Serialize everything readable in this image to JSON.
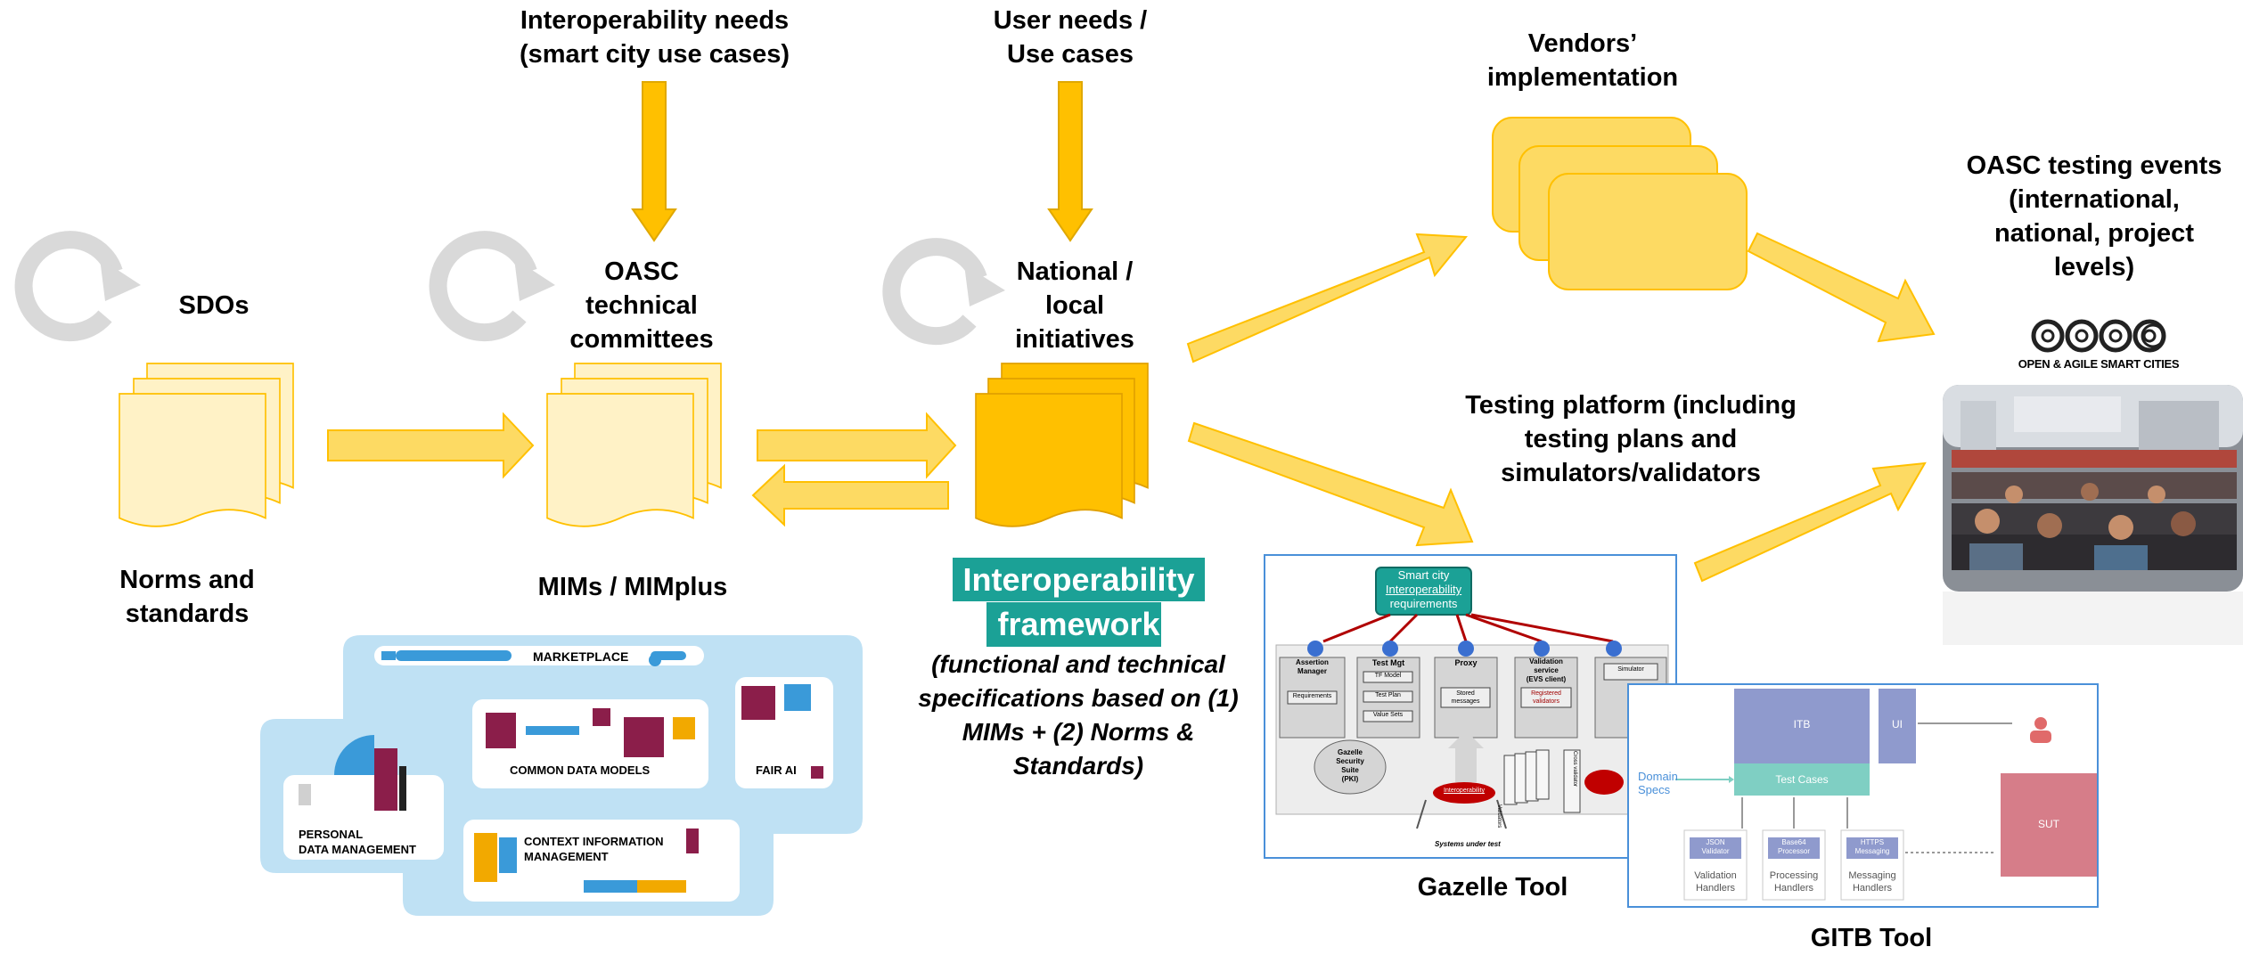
{
  "labels": {
    "interop_needs": [
      "Interoperability needs",
      "(smart city use cases)"
    ],
    "user_needs": [
      "User needs /",
      "Use cases"
    ],
    "vendors": [
      "Vendors’",
      "implementation"
    ],
    "oasc_events": [
      "OASC testing events",
      "(international,",
      "national, project",
      "levels)"
    ],
    "sdos": "SDOs",
    "oasc_committees": [
      "OASC",
      "technical",
      "committees"
    ],
    "national": [
      "National /",
      "local",
      "initiatives"
    ],
    "testing_platform": [
      "Testing platform (including",
      "testing plans and",
      "simulators/validators"
    ],
    "norms": [
      "Norms and",
      "standards"
    ],
    "mims": "MIMs / MIMplus",
    "framework_title": [
      "Interoperability",
      "framework"
    ],
    "framework_desc": [
      "(functional and technical",
      "specifications based on (1)",
      "MIMs + (2) Norms &",
      "Standards)"
    ],
    "gazelle_tool": "Gazelle Tool",
    "gitb_tool": "GITB Tool"
  },
  "oasc_logo": {
    "brand_text": "OPEN & AGILE SMART CITIES"
  },
  "marketplace": {
    "title": "MARKETPLACE",
    "modules": [
      "COMMON DATA MODELS",
      "FAIR AI",
      "PERSONAL",
      "DATA MANAGEMENT",
      "CONTEXT INFORMATION",
      "MANAGEMENT"
    ]
  },
  "gazelle": {
    "header": [
      "Smart city",
      "Interoperability",
      "requirements"
    ],
    "cols": [
      [
        "Assertion",
        "Manager"
      ],
      [
        "Test Mgt"
      ],
      [
        "Proxy"
      ],
      [
        "Validation",
        "service",
        "(EVS client)"
      ]
    ],
    "items": [
      "Requirements",
      "TF Model",
      "Test Plan",
      "Value Sets",
      "Stored",
      "messages",
      "Registered",
      "validators",
      "Simulator"
    ],
    "suite": [
      "Gazelle",
      "Security",
      "Suite",
      "(PKI)"
    ],
    "interop_pill": "Interoperability",
    "sut": "Systems under test",
    "validators": "Validators",
    "cross": "Cross validator"
  },
  "gitb": {
    "itb": "ITB",
    "ui": "UI",
    "test_cases": "Test Cases",
    "domain_specs": [
      "Domain",
      "Specs"
    ],
    "sut": "SUT",
    "handlers": [
      {
        "chip": [
          "JSON",
          "Validator"
        ],
        "label": [
          "Validation",
          "Handlers"
        ]
      },
      {
        "chip": [
          "Base64",
          "Processor"
        ],
        "label": [
          "Processing",
          "Handlers"
        ]
      },
      {
        "chip": [
          "HTTPS",
          "Messaging"
        ],
        "label": [
          "Messaging",
          "Handlers"
        ]
      }
    ]
  },
  "colors": {
    "arrow_fill": "#FDDA63",
    "arrow_dark": "#FDBF00",
    "page_light": "#FFF2C6",
    "page_dark": "#FFC000",
    "framework_bg": "#1BA196",
    "cycle": "#D9D9D9",
    "gitb_blue": "#4A90D9"
  }
}
